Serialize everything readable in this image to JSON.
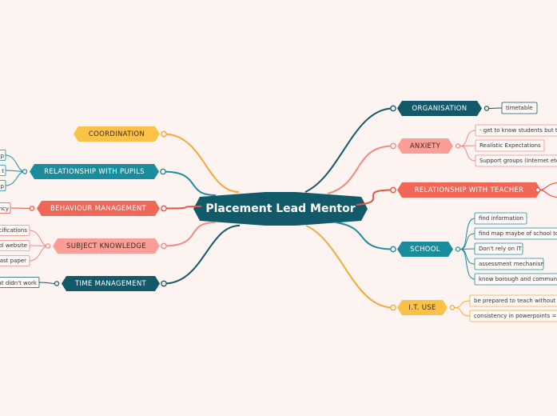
{
  "colors": {
    "background": "#fdf3f1",
    "dark_teal": "#12596a",
    "teal": "#1b8c9c",
    "yellow": "#fbc24a",
    "salmon": "#fb9e97",
    "red": "#f06758"
  },
  "central": {
    "label": "Placement Lead Mentor"
  },
  "left_branches": [
    {
      "label": "COORDINATION",
      "color": "yellow",
      "leaves": []
    },
    {
      "label": "RELATIONSHIP WITH PUPILS",
      "color": "teal",
      "leaves": [
        "p",
        "t",
        "p"
      ]
    },
    {
      "label": "BEHAVIOUR MANAGEMENT",
      "color": "red",
      "leaves": [
        "ency"
      ]
    },
    {
      "label": "SUBJECT KNOWLEDGE",
      "color": "salmon",
      "leaves": [
        "cifications",
        "ol website",
        "ast paper"
      ]
    },
    {
      "label": "TIME MANAGEMENT",
      "color": "dark_teal",
      "leaves": [
        "at didn't work"
      ]
    }
  ],
  "right_branches": [
    {
      "label": "ORGANISATION",
      "color": "dark_teal",
      "leaves": [
        "timetable"
      ]
    },
    {
      "label": "ANXIETY",
      "color": "salmon",
      "leaves": [
        "- get to know students but th",
        "Realistic Expectations",
        "Support groups (Internet etc"
      ]
    },
    {
      "label": "RELATIONSHIP WITH TEACHER",
      "color": "red",
      "leaves": []
    },
    {
      "label": "SCHOOL",
      "color": "teal",
      "leaves": [
        "find information",
        "find map maybe of school to",
        "Don't rely on IT",
        "assessment mechanism",
        "know borough and communi"
      ]
    },
    {
      "label": "I.T. USE",
      "color": "yellow",
      "leaves": [
        "be prepared to teach without p",
        "consistency in powerpoints = co"
      ]
    }
  ]
}
